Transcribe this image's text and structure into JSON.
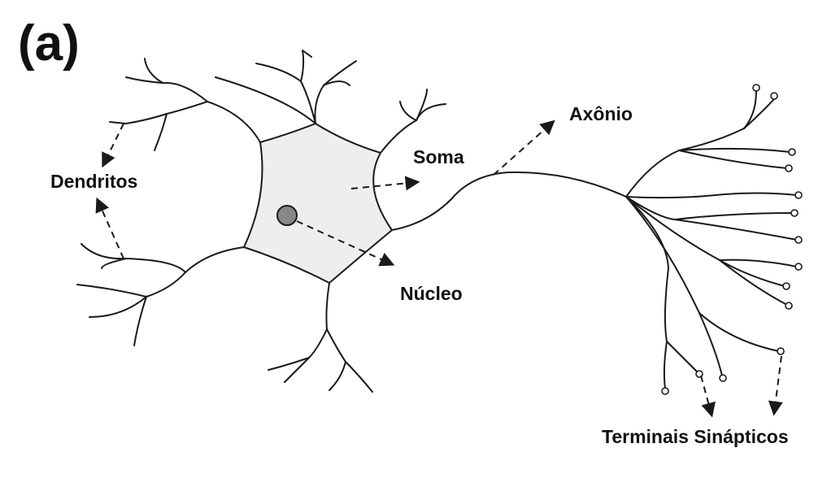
{
  "panel_label": "(a)",
  "labels": {
    "dendritos": "Dendritos",
    "soma": "Soma",
    "axonio": "Axônio",
    "nucleo": "Núcleo",
    "terminais": "Terminais Sinápticos"
  },
  "colors": {
    "stroke": "#1a1a1a",
    "soma_fill": "#eeeeee",
    "nucleus_fill": "#888888"
  }
}
